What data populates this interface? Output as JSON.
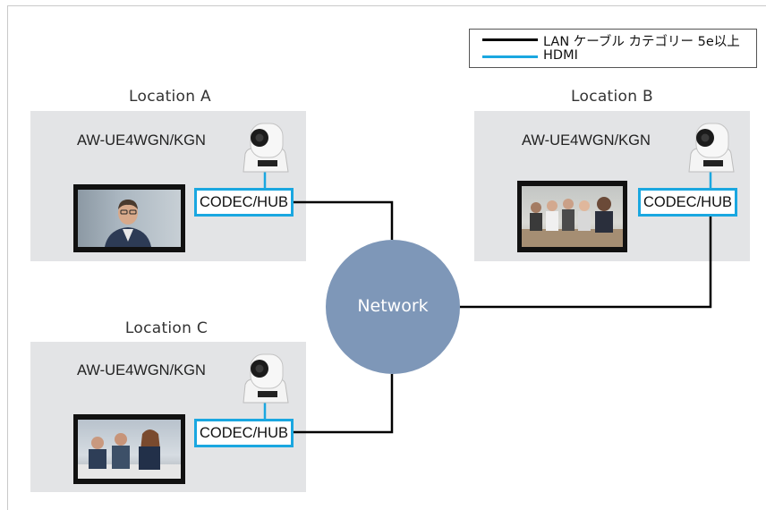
{
  "legend": {
    "lan_label": "LAN ケーブル カテゴリー 5e以上",
    "hdmi_label": "HDMI",
    "lan_color": "#000000",
    "hdmi_color": "#1aa7e0"
  },
  "network": {
    "label": "Network",
    "color": "#7e97b8"
  },
  "locations": [
    {
      "title": "Location A",
      "model": "AW-UE4WGN/KGN",
      "codec": "CODEC/HUB"
    },
    {
      "title": "Location B",
      "model": "AW-UE4WGN/KGN",
      "codec": "CODEC/HUB"
    },
    {
      "title": "Location C",
      "model": "AW-UE4WGN/KGN",
      "codec": "CODEC/HUB"
    }
  ],
  "colors": {
    "location_bg": "#e3e4e6",
    "hdmi": "#1aa7e0",
    "lan": "#000000"
  }
}
